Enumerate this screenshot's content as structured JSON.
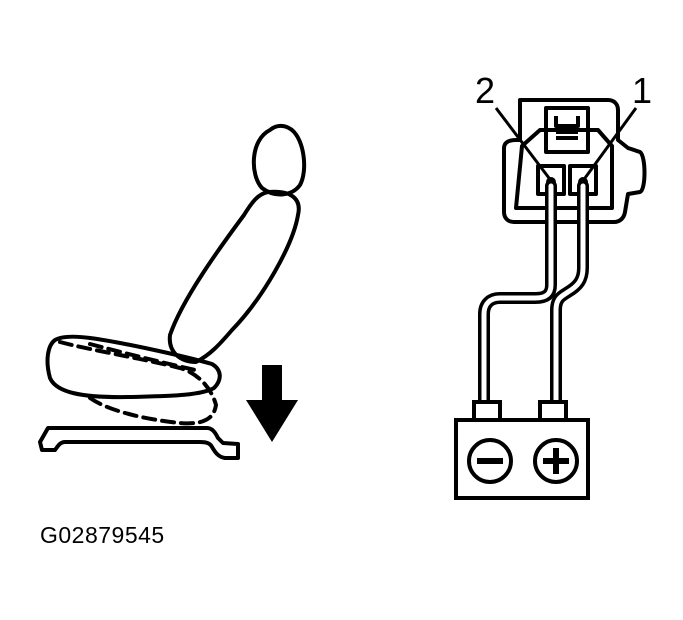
{
  "connector": {
    "pin_labels": [
      "2",
      "1"
    ]
  },
  "battery": {
    "negative_symbol": "minus-icon",
    "positive_symbol": "plus-icon"
  },
  "seat": {
    "movement_direction": "down",
    "arrow_icon": "arrow-down-icon"
  },
  "figure_id": "G02879545",
  "colors": {
    "ink": "#000000",
    "background": "#ffffff"
  }
}
